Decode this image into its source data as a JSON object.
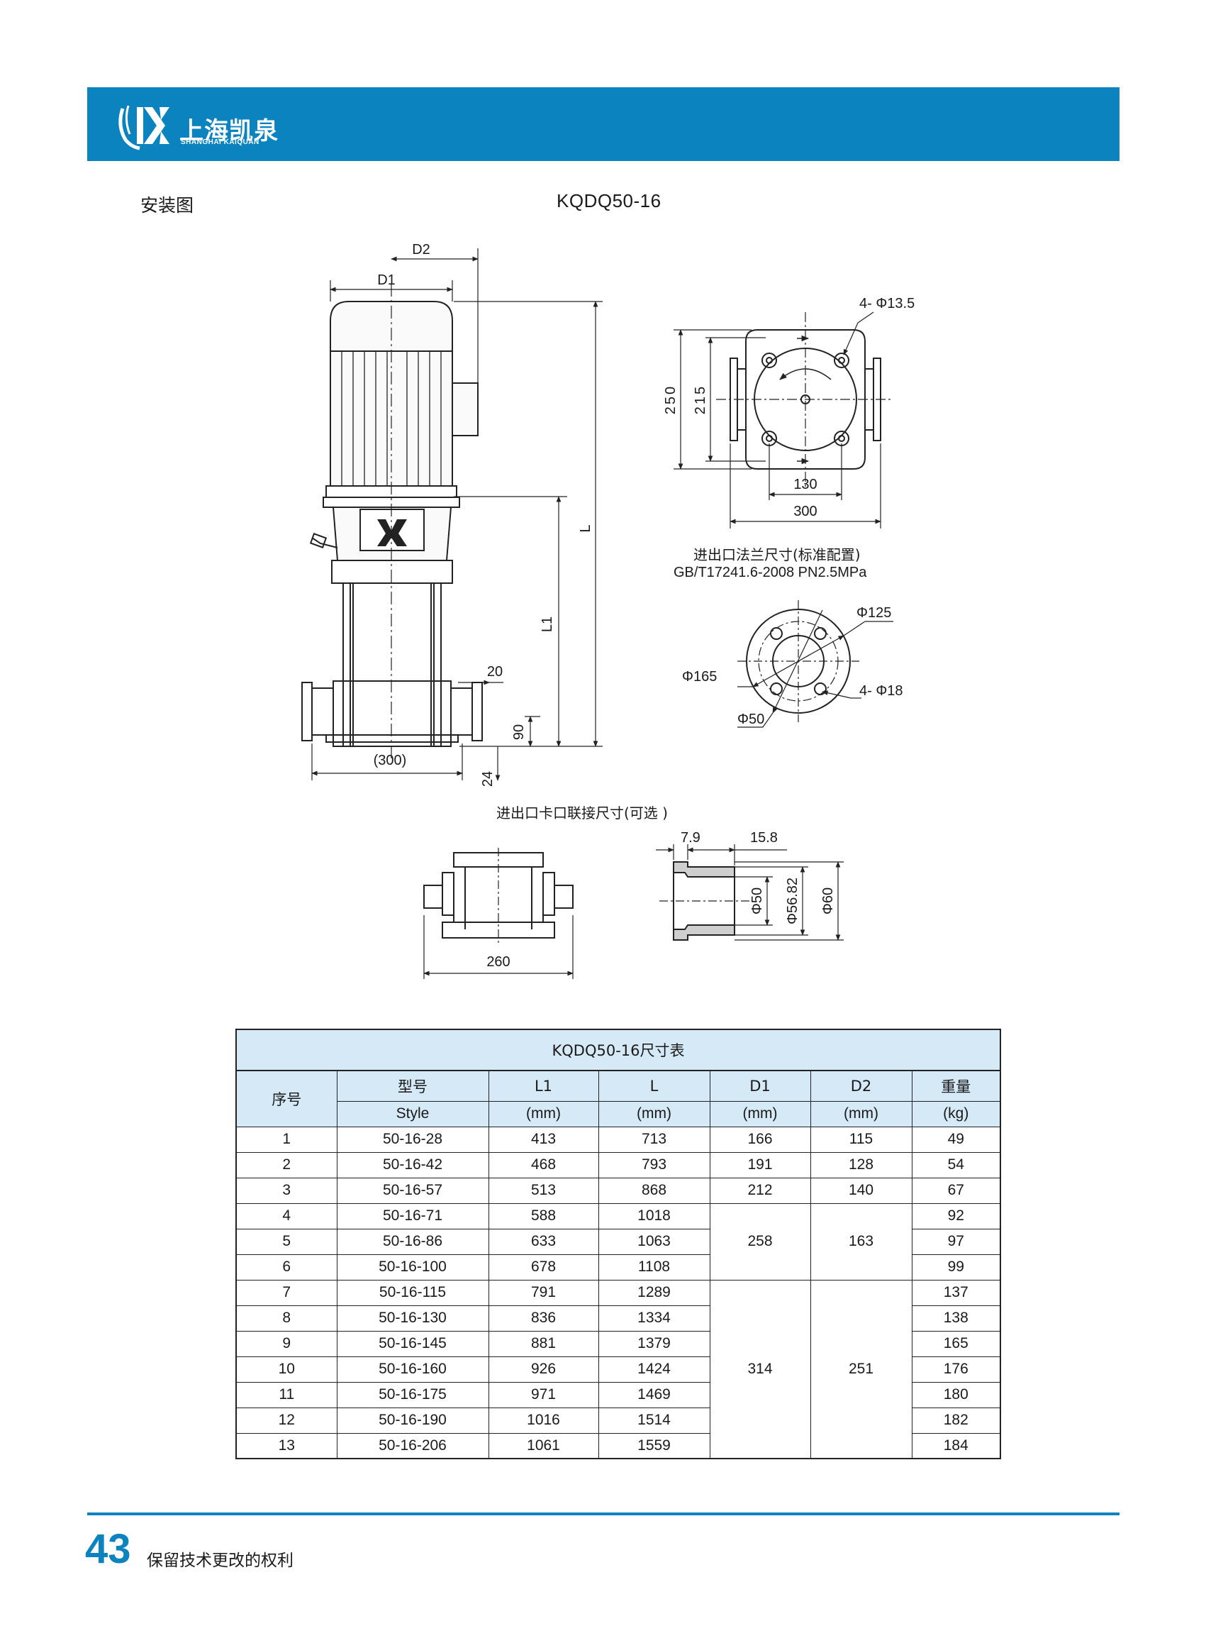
{
  "header": {
    "brand_cn": "上海凯泉",
    "brand_en": "SHANGHAI KAIQUAN",
    "accent_color": "#0a83bf"
  },
  "section_label": "安装图",
  "model_title": "KQDQ50-16",
  "drawing": {
    "dims": {
      "d2": "D2",
      "d1": "D1",
      "L": "L",
      "L1": "L1",
      "d20": "20",
      "d90": "90",
      "d24": "24",
      "d300p": "(300)",
      "holes_top": "4- Φ13.5",
      "d250": "250",
      "d215": "215",
      "d130": "130",
      "d300": "300",
      "phi125": "Φ125",
      "phi165": "Φ165",
      "phi18": "4- Φ18",
      "phi50": "Φ50",
      "d260": "260",
      "d7_9": "7.9",
      "d15_8": "15.8",
      "phi50b": "Φ50",
      "phi56_82": "Φ56.82",
      "phi60": "Φ60"
    },
    "flange_caption_1": "进出口法兰尺寸(标准配置)",
    "flange_caption_2": "GB/T17241.6-2008 PN2.5MPa",
    "clamp_caption": "进出口卡口联接尺寸(可选 )"
  },
  "table": {
    "title": "KQDQ50-16尺寸表",
    "headers": {
      "no": "序号",
      "model": "型号",
      "model_en": "Style",
      "L1": "L1",
      "L1_unit": "(mm)",
      "L": "L",
      "L_unit": "(mm)",
      "D1": "D1",
      "D1_unit": "(mm)",
      "D2": "D2",
      "D2_unit": "(mm)",
      "weight": "重量",
      "weight_unit": "(kg)"
    },
    "rows": [
      {
        "no": "1",
        "model": "50-16-28",
        "L1": "413",
        "L": "713",
        "weight": "49"
      },
      {
        "no": "2",
        "model": "50-16-42",
        "L1": "468",
        "L": "793",
        "weight": "54"
      },
      {
        "no": "3",
        "model": "50-16-57",
        "L1": "513",
        "L": "868",
        "weight": "67"
      },
      {
        "no": "4",
        "model": "50-16-71",
        "L1": "588",
        "L": "1018",
        "weight": "92"
      },
      {
        "no": "5",
        "model": "50-16-86",
        "L1": "633",
        "L": "1063",
        "weight": "97"
      },
      {
        "no": "6",
        "model": "50-16-100",
        "L1": "678",
        "L": "1108",
        "weight": "99"
      },
      {
        "no": "7",
        "model": "50-16-115",
        "L1": "791",
        "L": "1289",
        "weight": "137"
      },
      {
        "no": "8",
        "model": "50-16-130",
        "L1": "836",
        "L": "1334",
        "weight": "138"
      },
      {
        "no": "9",
        "model": "50-16-145",
        "L1": "881",
        "L": "1379",
        "weight": "165"
      },
      {
        "no": "10",
        "model": "50-16-160",
        "L1": "926",
        "L": "1424",
        "weight": "176"
      },
      {
        "no": "11",
        "model": "50-16-175",
        "L1": "971",
        "L": "1469",
        "weight": "180"
      },
      {
        "no": "12",
        "model": "50-16-190",
        "L1": "1016",
        "L": "1514",
        "weight": "182"
      },
      {
        "no": "13",
        "model": "50-16-206",
        "L1": "1061",
        "L": "1559",
        "weight": "184"
      }
    ],
    "d_groups": [
      {
        "D1": "166",
        "D2": "115"
      },
      {
        "D1": "191",
        "D2": "128"
      },
      {
        "D1": "212",
        "D2": "140"
      },
      {
        "D1": "258",
        "D2": "163"
      },
      {
        "D1": "314",
        "D2": "251"
      }
    ]
  },
  "footer": {
    "page_number": "43",
    "note": "保留技术更改的权利"
  }
}
